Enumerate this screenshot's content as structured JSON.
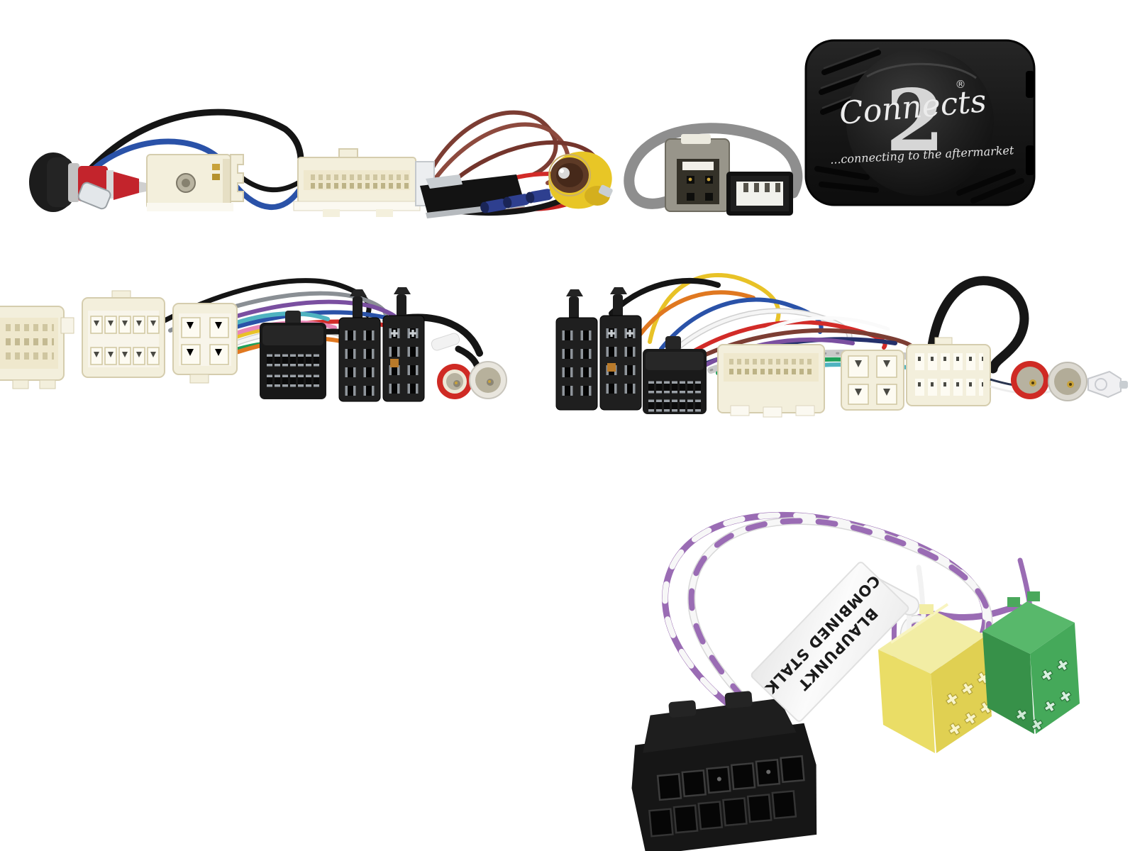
{
  "scene": {
    "background": "#ffffff"
  },
  "interface_box": {
    "logo_script": "Connects",
    "logo_numeral": "2",
    "registered_mark": "®",
    "tagline": "...connecting to the aftermarket",
    "body_color": "#161616",
    "logo_color": "#e6e6e6"
  },
  "stalk_label": {
    "line1": "BLAUPUNKT",
    "line2": "COMBINED STALK",
    "label_color": "#f5f5f5",
    "text_color": "#1b1b1b"
  },
  "palette": {
    "cream": "#f3efdc",
    "cream_stroke": "#d5cdae",
    "cream_face": "#efe8cd",
    "pin_tan": "#cfc6a0",
    "pin_dark": "#55524a",
    "black_plastic": "#1b1b1b",
    "iso_black": "#1f1f1f",
    "silver": "#c9ced2",
    "antenna_red": "#c3242c",
    "rca_yellow": "#e8c626",
    "rca_face_brown": "#5d3a26",
    "rca_red": "#cf2a24",
    "rca_silver_body": "#dcd9d1",
    "rca_inner_metal": "#b7b2a0",
    "gold": "#c8a23a",
    "usb_gray": "#98958a",
    "cable_gray": "#8e8e8e",
    "twist_purple": "#9a6cb4",
    "twist_white": "#f7f7f7",
    "mini_iso_yellow": "#eadd66",
    "mini_iso_green": "#45a95a",
    "brown_wire": "#7c3d33",
    "red_wire": "#d22b28",
    "black_wire": "#151515",
    "blue_wire": "#2a52a8",
    "wires_left": [
      "#151515",
      "#8a8f94",
      "#7a4fa0",
      "#2a52a8",
      "#d22b28",
      "#e8c227",
      "#1fa05a",
      "#4fb3c0",
      "#e886b5",
      "#f5f5f5",
      "#e07820",
      "#151515"
    ],
    "wires_right": [
      "#e8c227",
      "#e07820",
      "#2a52a8",
      "#f5f5f5",
      "#d22b28",
      "#7c3d33",
      "#24306b",
      "#c9c9c9",
      "#1fa05a",
      "#4fb3c0",
      "#151515",
      "#7a4fa0",
      "#fafafa"
    ]
  },
  "components": [
    "iso-antenna-adapter-lead",
    "vehicle-patch-harness-with-yellow-rca",
    "usb-retention-cable",
    "connects2-interface-box",
    "vehicle-wiring-harness-left",
    "vehicle-wiring-harness-right",
    "blaupunkt-combined-stalk-harness"
  ]
}
